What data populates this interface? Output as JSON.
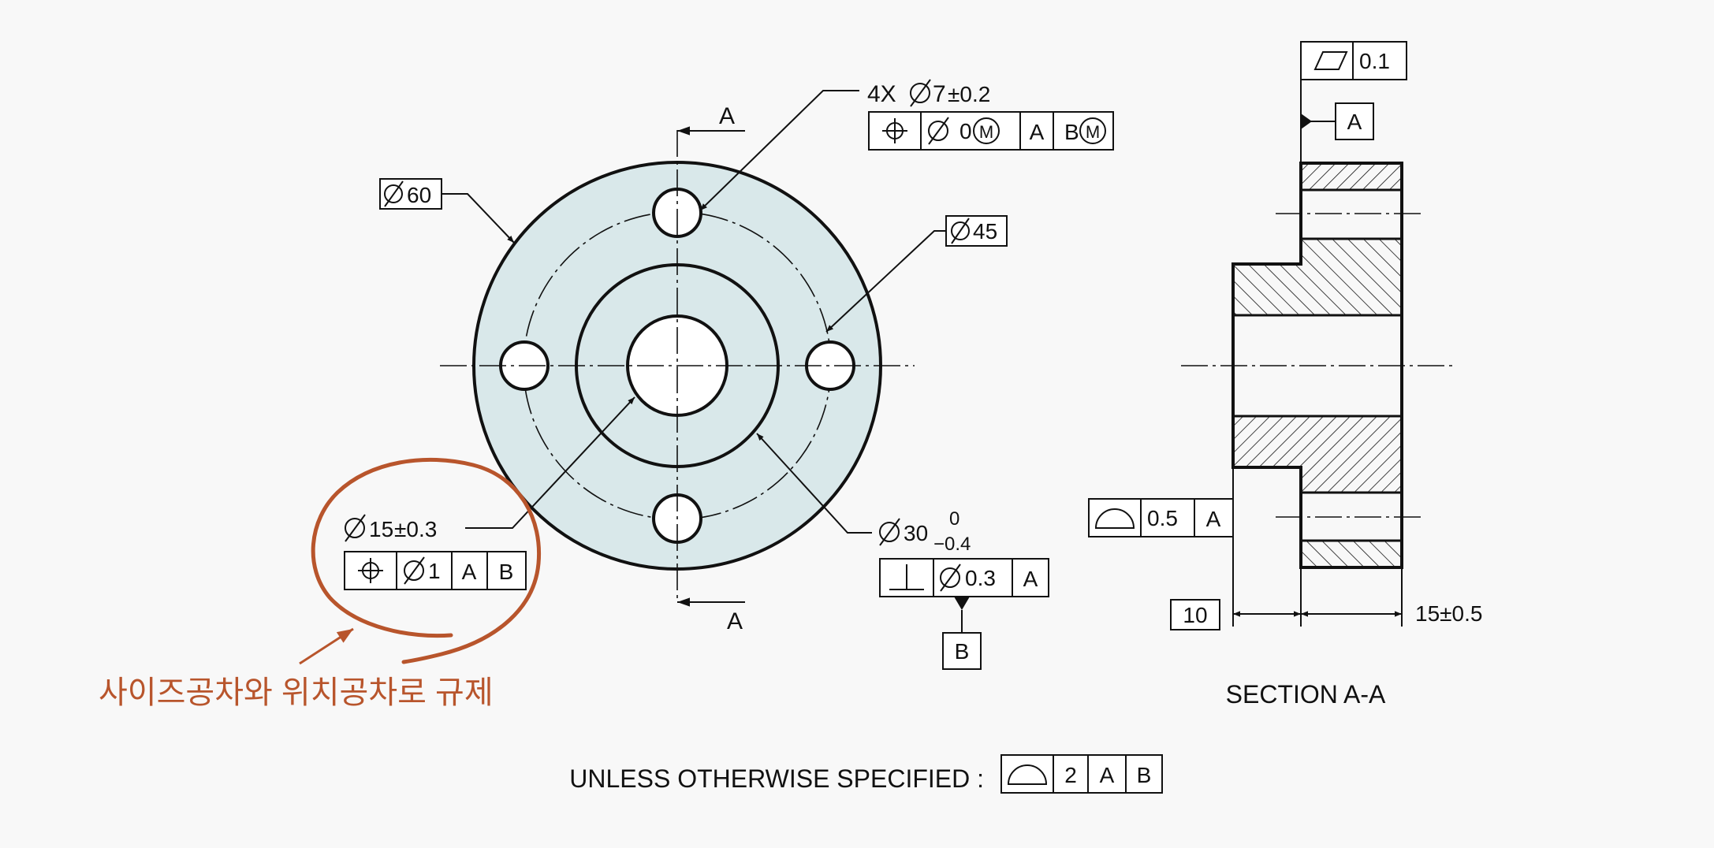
{
  "colors": {
    "background": "#f8f8f8",
    "part_fill": "#d9e8ea",
    "annotation": "#b8552c",
    "line": "#111111"
  },
  "front_view": {
    "section_letter_top": "A",
    "section_letter_bottom": "A",
    "outer_dia": {
      "symbol": "diameter-icon",
      "value": "60"
    },
    "bolt_circle_dia": {
      "symbol": "diameter-icon",
      "value": "45"
    },
    "holes": {
      "callout": "4X",
      "dia": "7",
      "tol": "±0.2",
      "fcf": {
        "characteristic": "position-icon",
        "tolerance": "0",
        "modifier": "M",
        "datum1": "A",
        "datum2": "B",
        "datum2_modifier": "M"
      }
    },
    "bore": {
      "dia": "15",
      "tol": "±0.3",
      "fcf": {
        "characteristic": "position-icon",
        "tolerance": "1",
        "datum1": "A",
        "datum2": "B"
      }
    },
    "boss": {
      "dia": "30",
      "upper_tol": "0",
      "lower_tol": "−0.4",
      "fcf": {
        "characteristic": "perpendicularity-icon",
        "tolerance": "0.3",
        "datum": "A"
      },
      "datum_feature": "B"
    }
  },
  "section_view": {
    "title": "SECTION A-A",
    "flatness_fcf": {
      "characteristic": "flatness-icon",
      "tolerance": "0.1"
    },
    "datum_feature": "A",
    "profile_fcf": {
      "characteristic": "profile-surface-icon",
      "tolerance": "0.5",
      "datum": "A"
    },
    "dim_flange": "10",
    "dim_total": "15±0.5"
  },
  "general_note": {
    "text": "UNLESS OTHERWISE SPECIFIED :",
    "fcf": {
      "characteristic": "profile-surface-icon",
      "tolerance": "2",
      "datum1": "A",
      "datum2": "B"
    }
  },
  "annotation": {
    "text": "사이즈공차와 위치공차로 규제"
  }
}
